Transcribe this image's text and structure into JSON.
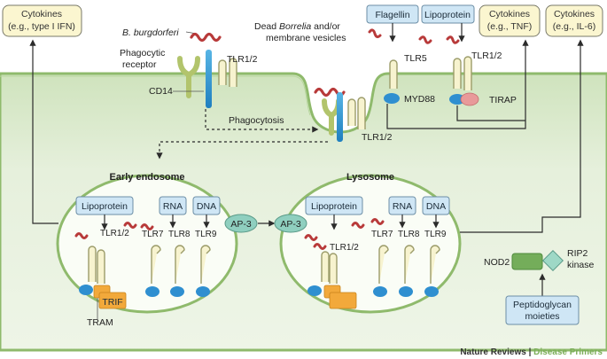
{
  "cytokines": {
    "ifn": {
      "l1": "Cytokines",
      "l2": "(e.g., type I IFN)"
    },
    "tnf": {
      "l1": "Cytokines",
      "l2": "(e.g., TNF)"
    },
    "il6": {
      "l1": "Cytokines",
      "l2": "(e.g., IL-6)"
    }
  },
  "top": {
    "borrelia": "B. burgdorferi",
    "dead1_a": "Dead ",
    "dead1_b": "Borrelia",
    "dead1_c": " and/or",
    "dead2": "membrane vesicles",
    "flagellin": "Flagellin",
    "lipoprotein": "Lipoprotein"
  },
  "surface": {
    "phago_rec_1": "Phagocytic",
    "phago_rec_2": "receptor",
    "cd14": "CD14",
    "tlr12_a": "TLR1/2",
    "tlr12_b": "TLR1/2",
    "tlr12_c": "TLR1/2",
    "tlr5": "TLR5",
    "myd88": "MYD88",
    "tirap": "TIRAP",
    "phagocytosis": "Phagocytosis"
  },
  "early": {
    "title": "Early endosome",
    "lipoprotein": "Lipoprotein",
    "rna": "RNA",
    "dna": "DNA",
    "tlr12": "TLR1/2",
    "tlr7": "TLR7",
    "tlr8": "TLR8",
    "tlr9": "TLR9",
    "trif": "TRIF",
    "tram": "TRAM"
  },
  "lyso": {
    "title": "Lysosome",
    "lipoprotein": "Lipoprotein",
    "rna": "RNA",
    "dna": "DNA",
    "tlr12": "TLR1/2",
    "tlr7": "TLR7",
    "tlr8": "TLR8",
    "tlr9": "TLR9"
  },
  "ap3_a": "AP-3",
  "ap3_b": "AP-3",
  "nod": {
    "nod2": "NOD2",
    "rip_1": "RIP2",
    "rip_2": "kinase",
    "pg_1": "Peptidoglycan",
    "pg_2": "moieties"
  },
  "credit": {
    "a": "Nature Reviews",
    "sep": " | ",
    "b": "Disease Primers"
  },
  "colors": {
    "cell": "#e4efd8",
    "membrane": "#9cc27a",
    "box": "#cfe6f5",
    "cytokine": "#fbf6d0",
    "bacteria": "#b83a3a"
  }
}
